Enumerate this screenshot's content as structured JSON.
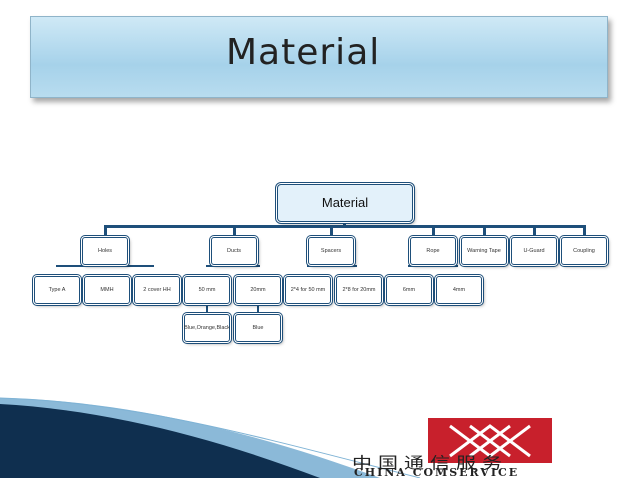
{
  "slide": {
    "title": "Material",
    "colors": {
      "title_fill": "#b8dcef",
      "node_border": "#1e4f7a",
      "logo_red": "#c8202c",
      "swoosh_dark": "#0f2f4f"
    }
  },
  "diagram": {
    "root": "Material",
    "categories": {
      "holes": "Holes",
      "ducts": "Ducts",
      "spacers": "Spacers",
      "rope": "Rope",
      "warning_tape": "Warning Tape",
      "u_guard": "U-Guard",
      "coupling": "Coupling"
    },
    "holes_children": [
      "Type A",
      "MMH",
      "2 cover HH"
    ],
    "ducts_children": [
      "50 mm",
      "20mm"
    ],
    "ducts_50mm_children": [
      "Blue,Orange,Black"
    ],
    "ducts_20mm_children": [
      "Blue"
    ],
    "spacers_children": [
      "2*4 for 50 mm",
      "2*8 for 20mm"
    ],
    "rope_children": [
      "6mm",
      "4mm"
    ]
  },
  "logo": {
    "icon": "china-comservice-logo-icon",
    "chinese_text": "中国通信服务",
    "english_text": "CHINA COMSERVICE"
  }
}
